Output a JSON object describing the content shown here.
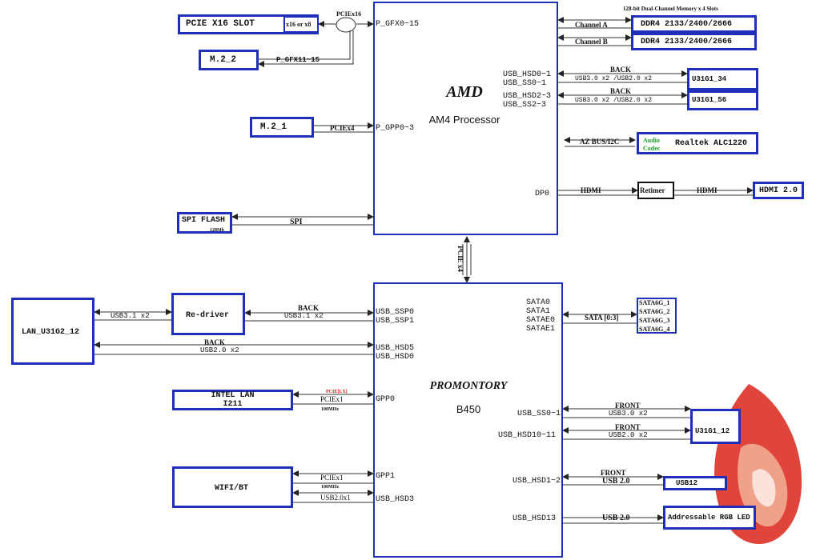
{
  "colors": {
    "block_border": "#1f2fb8",
    "line": "#333333",
    "audio_green": "#1a9b2a",
    "red_label": "#d21b1b",
    "logo_red": "#e0453b",
    "logo_orange": "#f0a18a"
  },
  "cpu": {
    "brand": "AMD",
    "name": "AM4 Processor",
    "left_ports": [
      "P_GFX0~15",
      "P_GPP0~3"
    ],
    "right_ports": [
      "USB_HSD0~1",
      "USB_SS0~1",
      "USB_HSD2~3",
      "USB_SS2~3",
      "DP0"
    ]
  },
  "chipset": {
    "brand": "PROMONTORY",
    "name": "B450",
    "left_ports": [
      "USB_SSP0",
      "USB_SSP1",
      "USB_HSD5",
      "USB_HSD0",
      "GPP0",
      "GPP1",
      "USB_HSD3"
    ],
    "right_ports": [
      "SATA0",
      "SATA1",
      "SATAE0",
      "SATAE1",
      "USB_SS0~1",
      "USB_HSD10~11",
      "USB_HSD1~2",
      "USB_HSD13"
    ]
  },
  "link": {
    "cpu_chipset": "PCIE x4"
  },
  "left": {
    "pcie_slot": "PCIE X16 SLOT",
    "x16_or_x8": "x16 or x8",
    "pciex16": "PCIEx16",
    "m2_2": "M.2_2",
    "p_gfx": "P_GFX11~15",
    "m2_1": "M.2_1",
    "pciex4": "PCIEx4",
    "spi_flash": "SPI FLASH",
    "spi_size": "128Mb",
    "spi": "SPI",
    "lan_usb": "LAN_U31G2_12",
    "usb31x2": "USB3.1 x2",
    "redriver": "Re-driver",
    "back1": "BACK",
    "usb31x2b": "USB3.1 x2",
    "back2": "BACK",
    "usb20x2": "USB2.0 x2",
    "intel_lan_1": "INTEL LAN",
    "intel_lan_2": "I211",
    "pcie_lan": "PCIE[LX]",
    "pciex1a": "PCIEx1",
    "mhz_a": "100MHz",
    "wifi": "WIFI/BT",
    "pciex1b": "PCIEx1",
    "mhz_b": "100MHz",
    "usb20x1": "USB2.0x1"
  },
  "right": {
    "mem_note": "128-bit Dual-Channel Memory x 4 Slots",
    "channel_a": "Channel A",
    "channel_b": "Channel B",
    "ddr4_a": "DDR4 2133/2400/2666",
    "ddr4_b": "DDR4 2133/2400/2666",
    "back_a": "BACK",
    "usb30x2_a": "USB3.0 x2 /USB2.0 x2",
    "u31g1_34": "U31G1_34",
    "back_b": "BACK",
    "usb30x2_b": "USB3.0 x2 /USB2.0 x2",
    "u31g1_56": "U31G1_56",
    "azbus": "AZ BUS/I2C",
    "audio_1": "Audio",
    "audio_2": "Codec",
    "realtek": "Realtek ALC1220",
    "hdmi_1": "HDMI",
    "retimer": "Retimer",
    "hdmi_2": "HDMI",
    "hdmi20": "HDMI 2.0",
    "sata03": "SATA [0:3]",
    "sata": [
      "SATA6G_1",
      "SATA6G_2",
      "SATA6G_3",
      "SATA6G_4"
    ],
    "front_a": "FRONT",
    "usb30x2_c": "USB3.0 x2",
    "front_b": "FRONT",
    "usb20x2_c": "USB2.0 x2",
    "u31g1_12": "U31G1_12",
    "front_c": "FRONT",
    "usb20_a": "USB 2.0",
    "usb12": "USB12",
    "usb20_b": "USB 2.0",
    "rgb": "Addressable RGB LED"
  }
}
